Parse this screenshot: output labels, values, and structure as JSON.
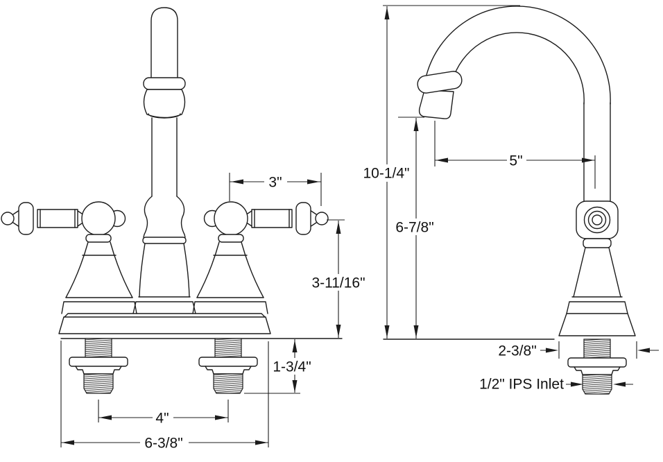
{
  "drawing": {
    "type": "faucet technical dimension drawing, two views",
    "colors": {
      "line": "#1c1c1c",
      "background": "#ffffff"
    }
  },
  "front_view": {
    "dims": {
      "handle_length": "3\"",
      "handle_height": "3-11/16\"",
      "deck_to_shank_bottom": "1-3/4\"",
      "handle_centers": "4\"",
      "overall_width": "6-3/8\""
    }
  },
  "side_view": {
    "dims": {
      "overall_height": "10-1/4\"",
      "spout_outlet_height": "6-7/8\"",
      "spout_reach": "5\"",
      "base_depth": "2-3/8\"",
      "inlet_label": "1/2\" IPS Inlet"
    }
  }
}
